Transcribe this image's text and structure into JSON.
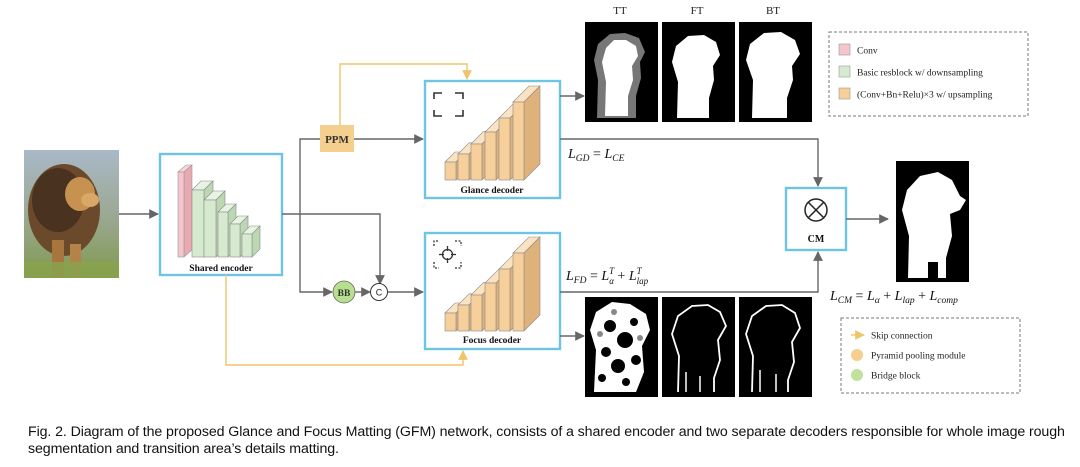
{
  "columns": {
    "tt": "TT",
    "ft": "FT",
    "bt": "BT"
  },
  "blocks": {
    "ppm": "PPM",
    "bb": "BB",
    "concat": "C",
    "shared_encoder": "Shared encoder",
    "glance_decoder": "Glance decoder",
    "focus_decoder": "Focus decoder",
    "cm": "CM"
  },
  "legend_top": [
    {
      "label": "Conv",
      "color": "#f4c6cb"
    },
    {
      "label": "Basic resblock w/ downsampling",
      "color": "#d6ead0"
    },
    {
      "label": "(Conv+Bn+Relu)×3 w/ upsampling",
      "color": "#f6cf9a"
    }
  ],
  "legend_bottom": [
    {
      "label": "Skip connection",
      "color": "#f0c46a",
      "icon": "arrow-icon"
    },
    {
      "label": "Pyramid pooling module",
      "color": "#f5cf8d",
      "icon": "circle-icon"
    },
    {
      "label": "Bridge block",
      "color": "#bfe39a",
      "icon": "circle-icon"
    }
  ],
  "colors": {
    "box_border": "#6fc3e3",
    "skip_arrow": "#f0c46a",
    "arrow": "#666666",
    "ppm_fill": "#f5cf8d",
    "bb_fill": "#b6e08f"
  },
  "caption": "Fig. 2. Diagram of the proposed Glance and Focus Matting (GFM) network, consists of a shared encoder and two separate decoders responsible for whole image rough segmentation and transition area’s details matting."
}
